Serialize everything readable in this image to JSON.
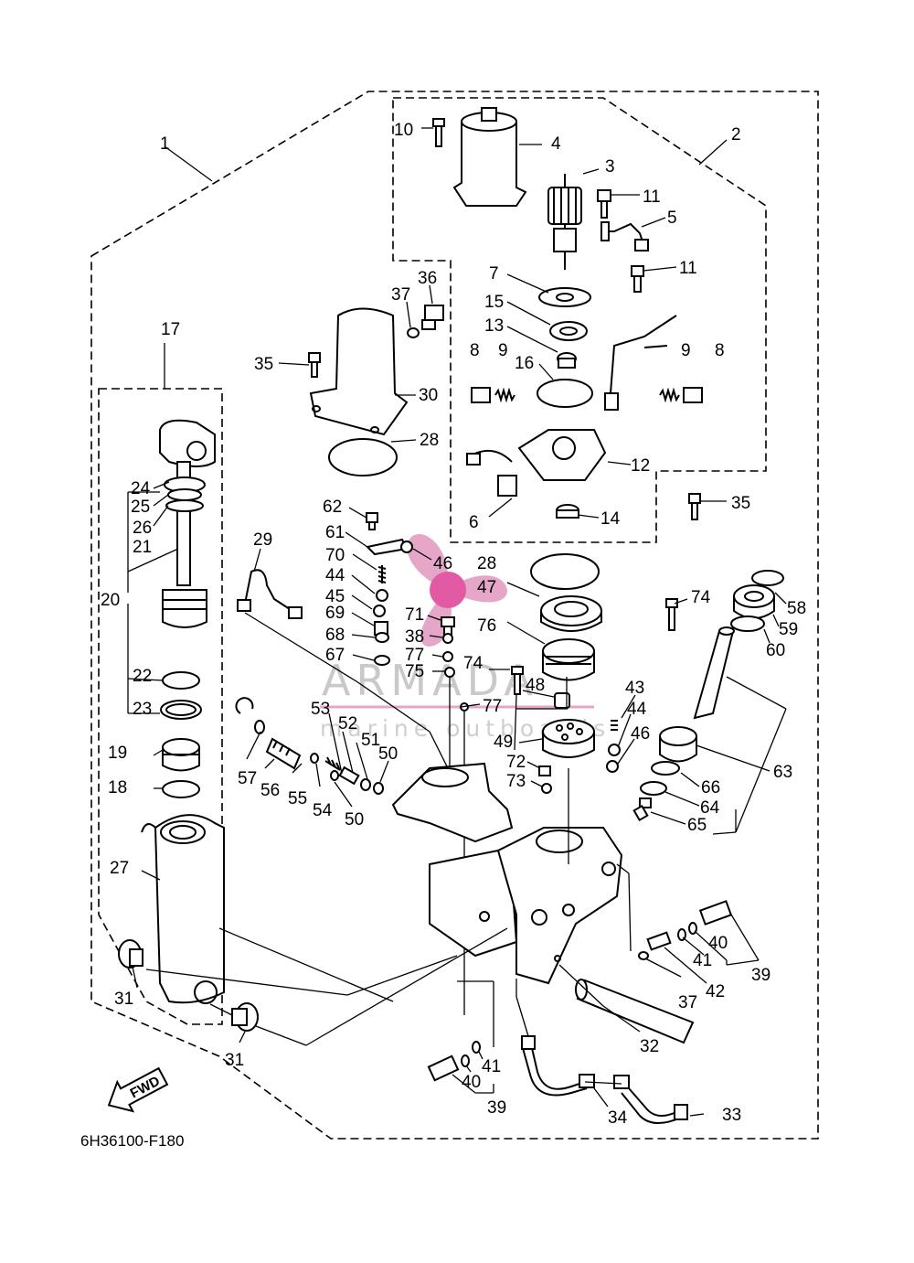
{
  "diagram": {
    "code": "6H36100-F180",
    "fwd_label": "FWD",
    "watermark": {
      "brand": "ARMADA",
      "tagline": "marine outboards"
    },
    "callouts": {
      "p1": "1",
      "p2": "2",
      "p3": "3",
      "p4": "4",
      "p5": "5",
      "p6": "6",
      "p7": "7",
      "p8a": "8",
      "p8b": "8",
      "p9a": "9",
      "p9b": "9",
      "p10": "10",
      "p11a": "11",
      "p11b": "11",
      "p12": "12",
      "p13": "13",
      "p14": "14",
      "p15": "15",
      "p16": "16",
      "p17": "17",
      "p18": "18",
      "p19": "19",
      "p20": "20",
      "p21": "21",
      "p22": "22",
      "p23": "23",
      "p24": "24",
      "p25": "25",
      "p26": "26",
      "p27": "27",
      "p28a": "28",
      "p28b": "28",
      "p29": "29",
      "p30": "30",
      "p31a": "31",
      "p31b": "31",
      "p32": "32",
      "p33": "33",
      "p34": "34",
      "p35a": "35",
      "p35b": "35",
      "p36": "36",
      "p37a": "37",
      "p37b": "37",
      "p38": "38",
      "p39a": "39",
      "p39b": "39",
      "p40a": "40",
      "p40b": "40",
      "p41a": "41",
      "p41b": "41",
      "p42": "42",
      "p43": "43",
      "p44a": "44",
      "p44b": "44",
      "p45": "45",
      "p46a": "46",
      "p46b": "46",
      "p47": "47",
      "p48": "48",
      "p49": "49",
      "p50a": "50",
      "p50b": "50",
      "p51": "51",
      "p52": "52",
      "p53": "53",
      "p54": "54",
      "p55": "55",
      "p56": "56",
      "p57": "57",
      "p58": "58",
      "p59": "59",
      "p60": "60",
      "p61": "61",
      "p62": "62",
      "p63": "63",
      "p64": "64",
      "p65": "65",
      "p66": "66",
      "p67": "67",
      "p68": "68",
      "p69": "69",
      "p70": "70",
      "p71": "71",
      "p72": "72",
      "p73": "73",
      "p74a": "74",
      "p74b": "74",
      "p75": "75",
      "p76": "76",
      "p77a": "77",
      "p77b": "77"
    }
  }
}
